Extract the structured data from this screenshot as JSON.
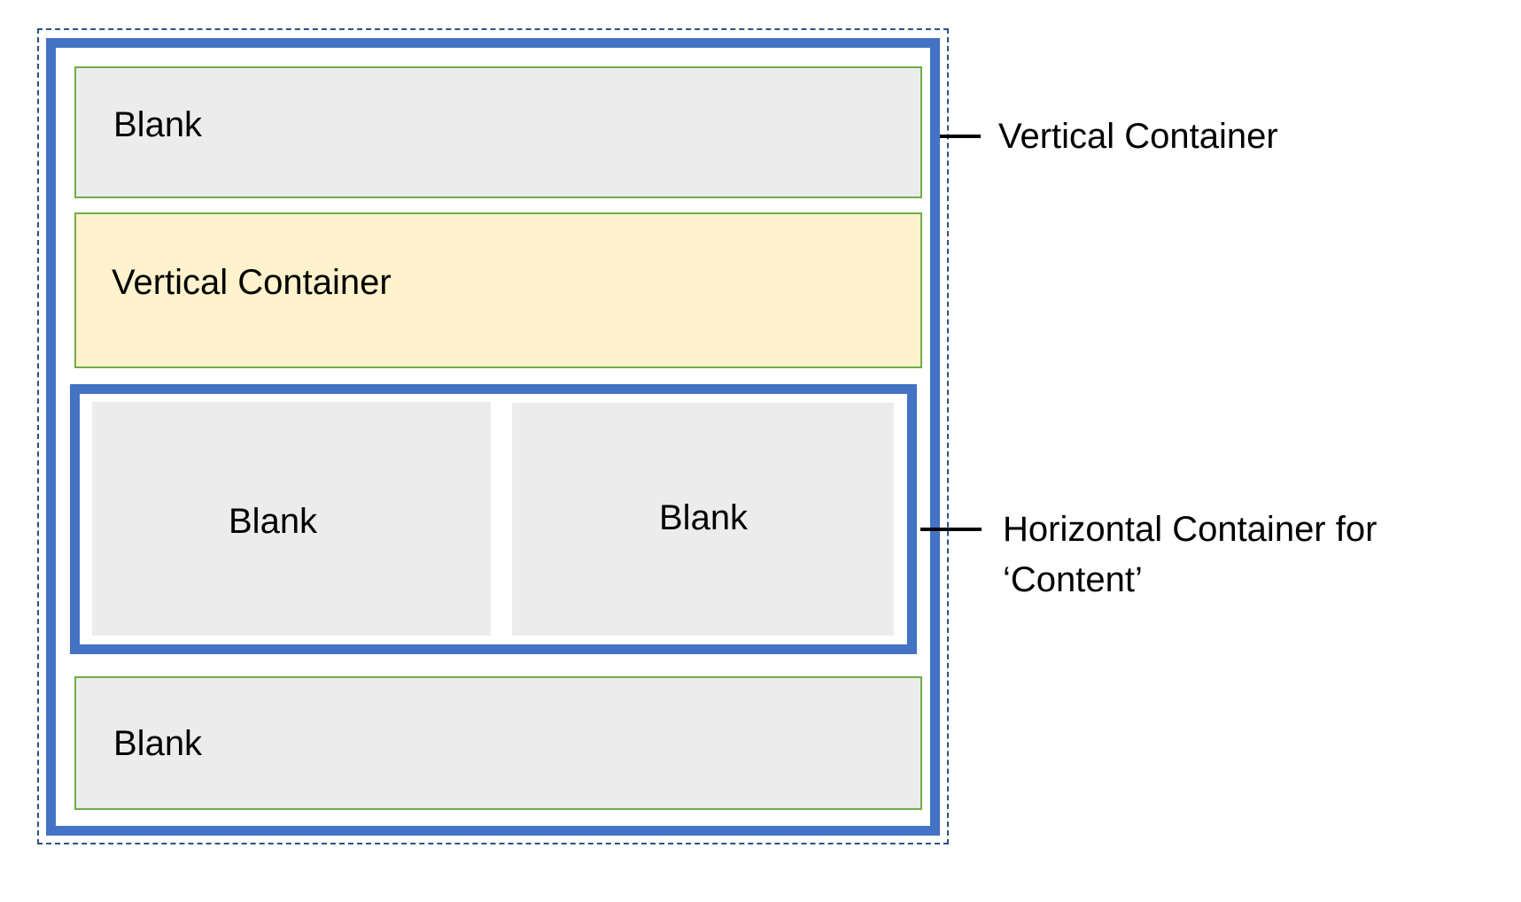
{
  "diagram": {
    "rows": {
      "top": "Blank",
      "middle": "Vertical Container",
      "bottom": "Blank"
    },
    "content_cells": {
      "left": "Blank",
      "right": "Blank"
    },
    "annotations": {
      "outer_container": "Vertical Container",
      "horizontal_container_line1": "Horizontal Container for",
      "horizontal_container_line2": "‘Content’"
    }
  },
  "colors": {
    "container_border": "#4472c4",
    "blank_fill": "#ececec",
    "row_border": "#70ad47",
    "vertical_container_fill": "#fff2cc",
    "dashed_frame": "#2f4f86"
  }
}
